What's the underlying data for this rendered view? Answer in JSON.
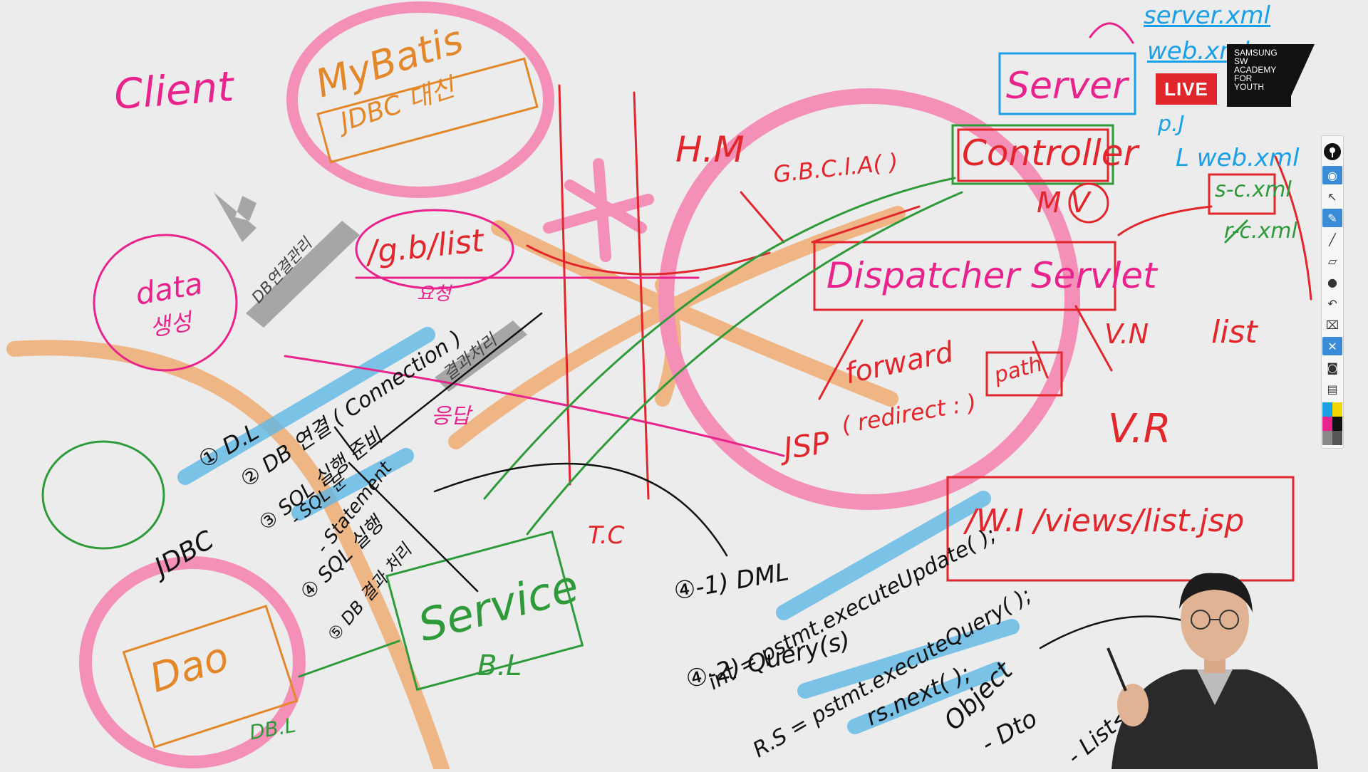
{
  "stream": {
    "live_label": "LIVE",
    "academy_lines": [
      "SAMSUNG",
      "SW",
      "ACADEMY",
      "FOR",
      "YOUTH"
    ]
  },
  "toolbar": {
    "tools": [
      {
        "icon": "eye-icon",
        "glyph": "👁",
        "active": true
      },
      {
        "icon": "cursor-icon",
        "glyph": "↖",
        "active": false
      },
      {
        "icon": "pen-icon",
        "glyph": "✎",
        "active": true
      },
      {
        "icon": "line-icon",
        "glyph": "╱",
        "active": false
      },
      {
        "icon": "eraser-icon",
        "glyph": "▱",
        "active": false
      },
      {
        "icon": "dot-icon",
        "glyph": "●",
        "active": false
      },
      {
        "icon": "undo-icon",
        "glyph": "↶",
        "active": false
      },
      {
        "icon": "trash-icon",
        "glyph": "🗑",
        "active": false
      },
      {
        "icon": "clear-icon",
        "glyph": "✕",
        "active": true
      },
      {
        "icon": "camera-icon",
        "glyph": "📷",
        "active": false
      },
      {
        "icon": "clipboard-icon",
        "glyph": "📋",
        "active": false
      }
    ],
    "palette": [
      "#1aa0e6",
      "#f1d600",
      "#e8238c",
      "#111111",
      "#888888",
      "#555555"
    ]
  },
  "board": {
    "client": "Client",
    "mybatis": "MyBatis",
    "mybatis_sub": "JDBC 대신",
    "data_1": "data",
    "data_2": "생성",
    "db_note": "DB연결관리",
    "url": "/g.b/list",
    "url_sub": "요청",
    "resp_1": "응답",
    "result_note": "결과처리",
    "steps": {
      "s1": "① D.L",
      "s2": "② DB 연결 ( Connection )",
      "s3": "③ SQL 실행 준비",
      "s3a": "- SQL 문",
      "s3b": "- Statement",
      "s4": "④ SQL 실행",
      "s5": "⑤ DB 결과 처리"
    },
    "jdbc": "JDBC",
    "dao": "Dao",
    "db_l": "DB.L",
    "service": "Service",
    "b_l": "B.L",
    "t_c": "T.C",
    "hm": "H.M",
    "gbc": "G.B.C.l.A( )",
    "controller": "Controller",
    "mv": "M V",
    "dispatcher": "Dispatcher Servlet",
    "forward": "forward",
    "jsp": "JSP",
    "redirect": "( redirect : )",
    "path": "path",
    "vn": "V.N",
    "list": "list",
    "vr": "V.R",
    "views_path": "/W.I /views/list.jsp",
    "server": "Server",
    "server_xml": "server.xml",
    "web_xml": "web.xml",
    "pj": "p.J",
    "l_web_xml": "L web.xml",
    "sc": "s-c.xml",
    "rc": "r-c.xml",
    "dml": "④-1) DML",
    "int_line": "int = pstmt.executeUpdate( );",
    "query": "④-2) Query(s)",
    "rs_line": "R.S = pstmt.executeQuery( );",
    "rs_next": "rs.next( );",
    "object": "Object",
    "dto": "- Dto",
    "list_dto": "- List<Dto>"
  }
}
